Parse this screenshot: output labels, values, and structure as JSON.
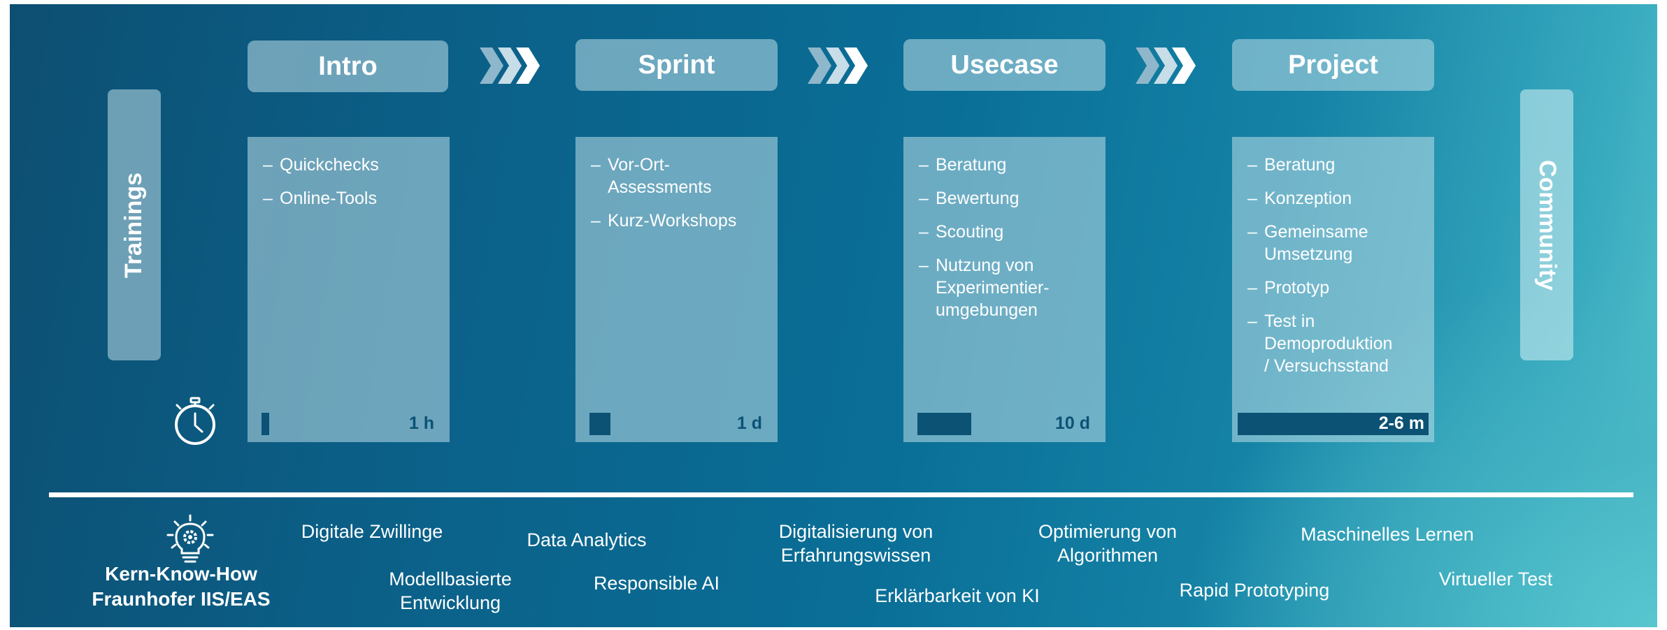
{
  "sidebars": {
    "left": "Trainings",
    "right": "Community"
  },
  "stages": [
    {
      "title": "Intro",
      "items": [
        "Quickchecks",
        "Online-Tools"
      ],
      "duration": "1 h"
    },
    {
      "title": "Sprint",
      "items": [
        "Vor-Ort-\nAssessments",
        "Kurz-Workshops"
      ],
      "duration": "1 d"
    },
    {
      "title": "Usecase",
      "items": [
        "Beratung",
        "Bewertung",
        "Scouting",
        "Nutzung von\nExperimentier-\numgebungen"
      ],
      "duration": "10 d"
    },
    {
      "title": "Project",
      "items": [
        "Beratung",
        "Konzeption",
        "Gemeinsame\nUmsetzung",
        "Prototyp",
        "Test in\nDemoproduktion\n/ Versuchsstand"
      ],
      "duration": "2-6 m"
    }
  ],
  "item_dash": "–",
  "kern": {
    "line1": "Kern-Know-How",
    "line2": "Fraunhofer IIS/EAS"
  },
  "topics": [
    "Digitale Zwillinge",
    "Data Analytics",
    "Digitalisierung von\nErfahrungswissen",
    "Optimierung von\nAlgorithmen",
    "Maschinelles Lernen",
    "Modellbasierte\nEntwicklung",
    "Responsible AI",
    "Erklärbarkeit von KI",
    "Rapid Prototyping",
    "Virtueller Test"
  ],
  "icons": {
    "timer": "stopwatch-icon",
    "knowhow": "lightbulb-gear-icon",
    "flow": "triple-chevron-icon"
  },
  "colors": {
    "bar": "#0b5275",
    "panel": "#bedee8",
    "text": "#ffffff"
  }
}
